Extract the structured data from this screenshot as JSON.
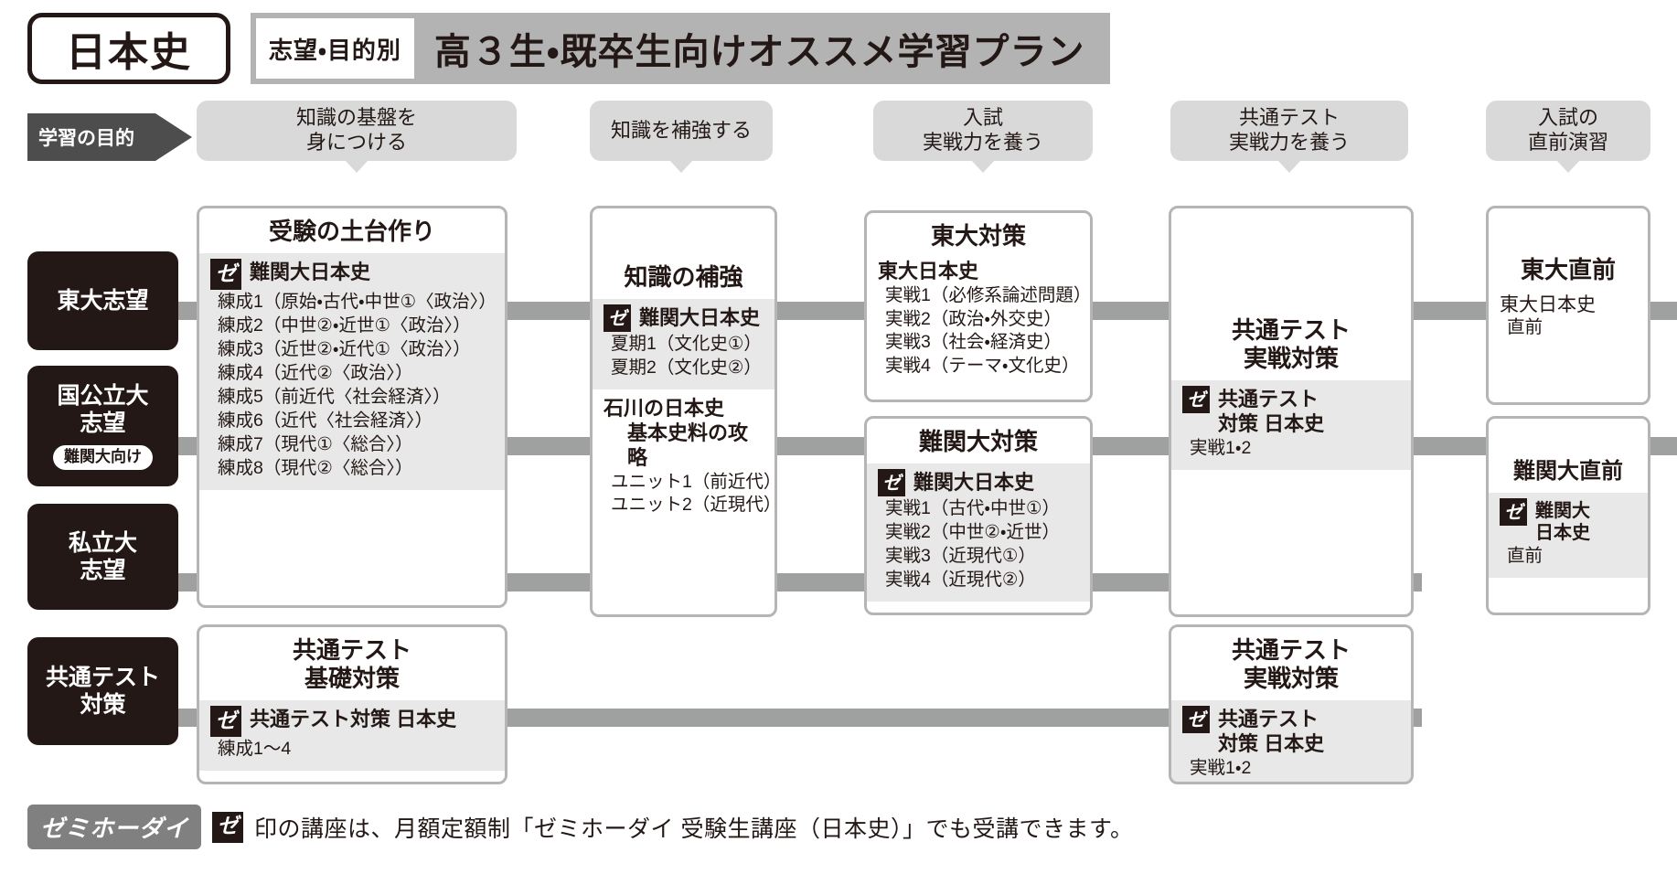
{
  "header": {
    "subject": "日本史",
    "kicker": "志望・目的別",
    "title": "高３生・既卒生向けオススメ学習プラン"
  },
  "objective_arrow": {
    "label": "学習の目的"
  },
  "column_headers": [
    {
      "name": "foundation",
      "line1": "知識の基盤を",
      "line2": "身につける"
    },
    {
      "name": "reinforce",
      "line1": "知識を補強する",
      "line2": ""
    },
    {
      "name": "exam-practice",
      "line1": "入試",
      "line2": "実戦力を養う"
    },
    {
      "name": "common-test-practice",
      "line1": "共通テスト",
      "line2": "実戦力を養う"
    },
    {
      "name": "final-drill",
      "line1": "入試の",
      "line2": "直前演習"
    }
  ],
  "row_labels": [
    {
      "name": "todai",
      "line1": "東大志望",
      "line2": "",
      "badge": ""
    },
    {
      "name": "national-public",
      "line1": "国公立大",
      "line2": "志望",
      "badge": "難関大向け"
    },
    {
      "name": "private",
      "line1": "私立大",
      "line2": "志望",
      "badge": ""
    },
    {
      "name": "common-test",
      "line1": "共通テスト",
      "line2": "対策",
      "badge": ""
    }
  ],
  "zemi_glyph": "ゼ",
  "cards": {
    "foundation_main": {
      "title": "受験の土台作り",
      "course": "難関大日本史",
      "items": [
        "練成1（原始・古代・中世①〈政治〉）",
        "練成2（中世②・近世①〈政治〉）",
        "練成3（近世②・近代①〈政治〉）",
        "練成4（近代②〈政治〉）",
        "練成5（前近代〈社会経済〉）",
        "練成6（近代〈社会経済〉）",
        "練成7（現代①〈総合〉）",
        "練成8（現代②〈総合〉）"
      ]
    },
    "foundation_common": {
      "title_line1": "共通テスト",
      "title_line2": "基礎対策",
      "course": "共通テスト対策 日本史",
      "items": [
        "練成1〜4"
      ]
    },
    "reinforce": {
      "title": "知識の補強",
      "course": "難関大日本史",
      "items": [
        "夏期1（文化史①）",
        "夏期2（文化史②）"
      ],
      "sub_title_line1": "石川の日本史",
      "sub_title_line2": "基本史料の攻略",
      "sub_items": [
        "ユニット1（前近代）",
        "ユニット2（近現代）"
      ]
    },
    "todai_practice": {
      "title": "東大対策",
      "course": "東大日本史",
      "items": [
        "実戦1（必修系論述問題）",
        "実戦2（政治・外交史）",
        "実戦3（社会・経済史）",
        "実戦4（テーマ・文化史）"
      ]
    },
    "nankan_practice": {
      "title": "難関大対策",
      "course": "難関大日本史",
      "items": [
        "実戦1（古代・中世①）",
        "実戦2（中世②・近世）",
        "実戦3（近現代①）",
        "実戦4（近現代②）"
      ]
    },
    "common_practice_upper": {
      "title_line1": "共通テスト",
      "title_line2": "実戦対策",
      "course_line1": "共通テスト",
      "course_line2": "対策 日本史",
      "items": [
        "実戦1・2"
      ]
    },
    "common_practice_lower": {
      "title_line1": "共通テスト",
      "title_line2": "実戦対策",
      "course_line1": "共通テスト",
      "course_line2": "対策 日本史",
      "items": [
        "実戦1・2"
      ]
    },
    "todai_final": {
      "title": "東大直前",
      "course": "東大日本史",
      "items": [
        "直前"
      ]
    },
    "nankan_final": {
      "title": "難関大直前",
      "course_line1": "難関大",
      "course_line2": "日本史",
      "items": [
        "直前"
      ]
    }
  },
  "footer": {
    "logo": "ゼミホーダイ",
    "note": "印の講座は、月額定額制「ゼミホーダイ 受験生講座（日本史）」でも受講できます。"
  },
  "colors": {
    "ink": "#231815",
    "header_bar": "#b3b3b3",
    "col_head": "#d9d9d9",
    "connector": "#9fa0a0",
    "card_border": "#b5b5b6",
    "card_body": "#e8e8e8",
    "arrow": "#4d4d4d"
  }
}
